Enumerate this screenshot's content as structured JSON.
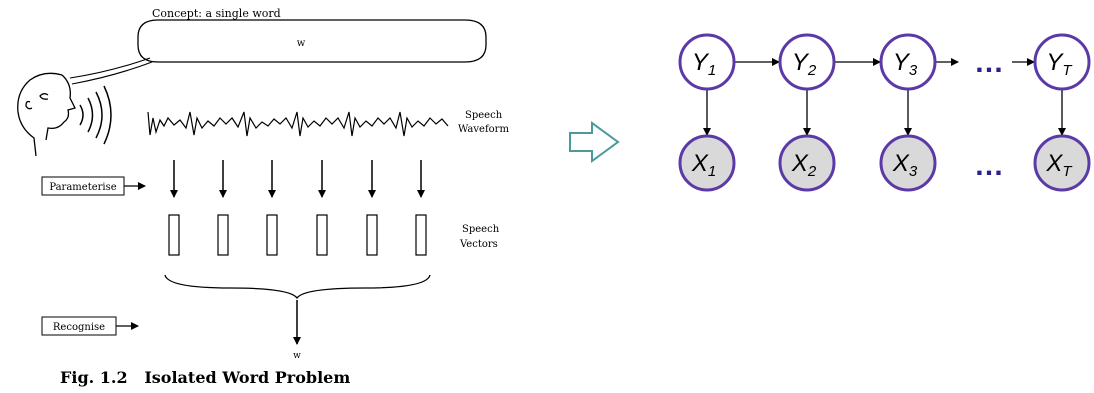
{
  "left_figure": {
    "concept_label": "Concept: a single word",
    "bubble_word": "w",
    "speech_waveform_label": [
      "Speech",
      "Waveform"
    ],
    "parameterise_label": "Parameterise",
    "speech_vectors_label": [
      "Speech",
      "Vectors"
    ],
    "recognise_label": "Recognise",
    "output_word": "w",
    "caption": "Fig. 1.2   Isolated Word Problem"
  },
  "transition_arrow": {
    "icon": "hollow-right-arrow-icon",
    "color": "#4a9a9a"
  },
  "hmm": {
    "hidden_nodes": [
      {
        "base": "Y",
        "sub": "1"
      },
      {
        "base": "Y",
        "sub": "2"
      },
      {
        "base": "Y",
        "sub": "3"
      },
      {
        "base": "Y",
        "sub": "T"
      }
    ],
    "observed_nodes": [
      {
        "base": "X",
        "sub": "1"
      },
      {
        "base": "X",
        "sub": "2"
      },
      {
        "base": "X",
        "sub": "3"
      },
      {
        "base": "X",
        "sub": "T"
      }
    ],
    "ellipsis": "…",
    "node_stroke": "#5b3aa8",
    "observed_fill": "#d9d9d9",
    "ellipsis_color": "#2a1f8f"
  }
}
